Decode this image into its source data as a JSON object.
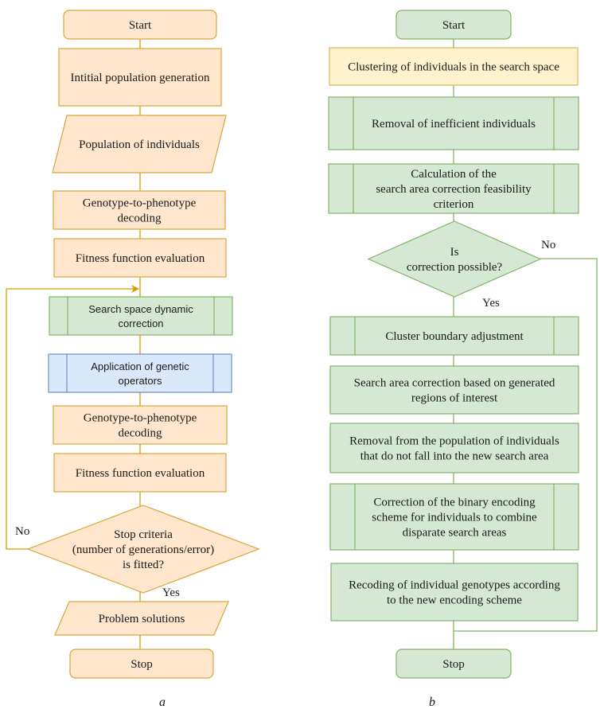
{
  "colors": {
    "orange_fill": "#ffe6cc",
    "orange_stroke": "#d6a63a",
    "green_fill": "#d5e8d4",
    "green_stroke": "#82b366",
    "blue_fill": "#dae8fc",
    "blue_stroke": "#6c8ebf",
    "yellow_fill": "#fff2cc",
    "yellow_stroke": "#d6b656",
    "orange_edge": "#d79b00",
    "green_edge": "#82b366"
  },
  "diagram_a": {
    "caption": "a",
    "nodes": [
      {
        "id": "start",
        "shape": "terminal",
        "color": "orange",
        "font": "serif",
        "lines": [
          "Start"
        ]
      },
      {
        "id": "init-pop",
        "shape": "process",
        "color": "orange",
        "font": "serif",
        "lines": [
          "Intitial population generation"
        ]
      },
      {
        "id": "pop-individuals",
        "shape": "data",
        "color": "orange",
        "font": "serif",
        "lines": [
          "Population of individuals"
        ]
      },
      {
        "id": "decode-1",
        "shape": "process",
        "color": "orange",
        "font": "serif",
        "lines": [
          "Genotype-to-phenotype",
          "decoding"
        ]
      },
      {
        "id": "fitness-1",
        "shape": "process",
        "color": "orange",
        "font": "serif",
        "lines": [
          "Fitness function evaluation"
        ]
      },
      {
        "id": "search-correction",
        "shape": "subprocess",
        "color": "green",
        "font": "sans",
        "lines": [
          "Search space dynamic",
          "correction"
        ]
      },
      {
        "id": "genetic-ops",
        "shape": "subprocess",
        "color": "blue",
        "font": "sans",
        "lines": [
          "Application of genetic",
          "operators"
        ]
      },
      {
        "id": "decode-2",
        "shape": "process",
        "color": "orange",
        "font": "serif",
        "lines": [
          "Genotype-to-phenotype",
          "decoding"
        ]
      },
      {
        "id": "fitness-2",
        "shape": "process",
        "color": "orange",
        "font": "serif",
        "lines": [
          "Fitness function evaluation"
        ]
      },
      {
        "id": "stop-criteria",
        "shape": "decision",
        "color": "orange",
        "font": "serif",
        "lines": [
          "Stop criteria",
          "(number of generations/error)",
          "is fitted?"
        ]
      },
      {
        "id": "solutions",
        "shape": "data",
        "color": "orange",
        "font": "serif",
        "lines": [
          "Problem solutions"
        ]
      },
      {
        "id": "stop",
        "shape": "terminal",
        "color": "orange",
        "font": "serif",
        "lines": [
          "Stop"
        ]
      }
    ],
    "edge_labels": {
      "no": "No",
      "yes": "Yes"
    }
  },
  "diagram_b": {
    "caption": "b",
    "nodes": [
      {
        "id": "start",
        "shape": "terminal",
        "color": "green",
        "font": "serif",
        "lines": [
          "Start"
        ]
      },
      {
        "id": "clustering",
        "shape": "process",
        "color": "yellow",
        "font": "serif",
        "lines": [
          "Clustering of individuals in the search space"
        ]
      },
      {
        "id": "removal-inefficient",
        "shape": "subprocess",
        "color": "green",
        "font": "serif",
        "lines": [
          "Removal of inefficient individuals"
        ]
      },
      {
        "id": "feasibility-calc",
        "shape": "subprocess",
        "color": "green",
        "font": "serif",
        "lines": [
          "Calculation of the",
          "search area correction feasibility",
          "criterion"
        ]
      },
      {
        "id": "correction-possible",
        "shape": "decision",
        "color": "green",
        "font": "serif",
        "lines": [
          "Is",
          "correction possible?"
        ]
      },
      {
        "id": "boundary-adjust",
        "shape": "subprocess",
        "color": "green",
        "font": "serif",
        "lines": [
          "Cluster boundary adjustment"
        ]
      },
      {
        "id": "area-correction",
        "shape": "process",
        "color": "green",
        "font": "serif",
        "lines": [
          "Search area correction based on generated",
          "regions of interest"
        ]
      },
      {
        "id": "removal-outside",
        "shape": "process",
        "color": "green",
        "font": "serif",
        "lines": [
          "Removal from the population of individuals",
          "that do not fall into the new search area"
        ]
      },
      {
        "id": "encoding-correction",
        "shape": "subprocess",
        "color": "green",
        "font": "serif",
        "lines": [
          "Correction of the binary encoding",
          "scheme for individuals to combine",
          "disparate search areas"
        ]
      },
      {
        "id": "recoding",
        "shape": "process",
        "color": "green",
        "font": "serif",
        "lines": [
          "Recoding of individual genotypes according",
          "to the new encoding scheme"
        ]
      },
      {
        "id": "stop",
        "shape": "terminal",
        "color": "green",
        "font": "serif",
        "lines": [
          "Stop"
        ]
      }
    ],
    "edge_labels": {
      "no": "No",
      "yes": "Yes"
    }
  }
}
